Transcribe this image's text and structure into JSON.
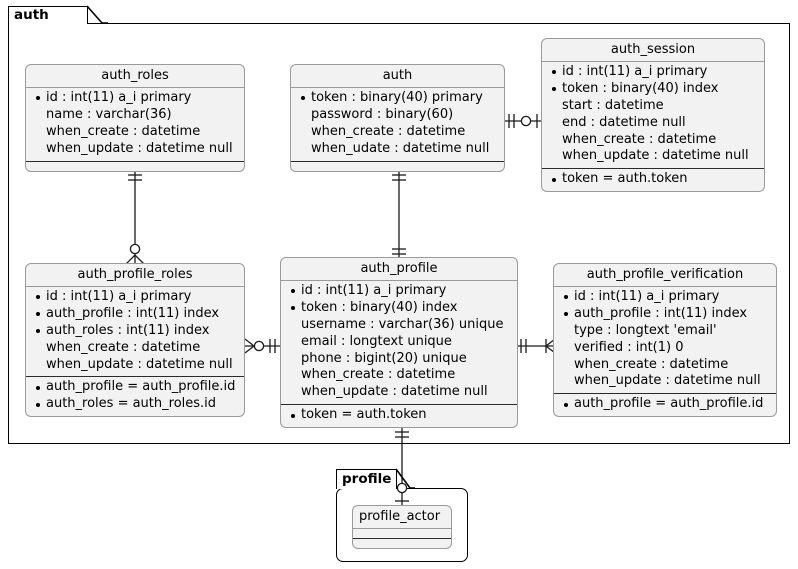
{
  "diagram": {
    "type": "entity-relationship",
    "packages": [
      {
        "id": "auth",
        "label": "auth"
      },
      {
        "id": "profile",
        "label": "profile"
      }
    ]
  },
  "entities": {
    "auth_roles": {
      "title": "auth_roles",
      "attributes": [
        {
          "text": "id : int(11) a_i primary",
          "key": true
        },
        {
          "text": "name : varchar(36)",
          "key": false
        },
        {
          "text": "when_create : datetime",
          "key": false
        },
        {
          "text": "when_update : datetime null",
          "key": false
        }
      ],
      "relations": []
    },
    "auth": {
      "title": "auth",
      "attributes": [
        {
          "text": "token : binary(40) primary",
          "key": true
        },
        {
          "text": "password : binary(60)",
          "key": false
        },
        {
          "text": "when_create : datetime",
          "key": false
        },
        {
          "text": "when_udate : datetime null",
          "key": false
        }
      ],
      "relations": []
    },
    "auth_session": {
      "title": "auth_session",
      "attributes": [
        {
          "text": "id : int(11) a_i primary",
          "key": true
        },
        {
          "text": "token : binary(40) index",
          "key": true
        },
        {
          "text": "start : datetime",
          "key": false
        },
        {
          "text": "end : datetime null",
          "key": false
        },
        {
          "text": "when_create : datetime",
          "key": false
        },
        {
          "text": "when_update : datetime null",
          "key": false
        }
      ],
      "relations": [
        {
          "text": "token = auth.token",
          "key": true
        }
      ]
    },
    "auth_profile_roles": {
      "title": "auth_profile_roles",
      "attributes": [
        {
          "text": "id : int(11) a_i primary",
          "key": true
        },
        {
          "text": "auth_profile : int(11) index",
          "key": true
        },
        {
          "text": "auth_roles : int(11) index",
          "key": true
        },
        {
          "text": "when_create : datetime",
          "key": false
        },
        {
          "text": "when_update : datetime null",
          "key": false
        }
      ],
      "relations": [
        {
          "text": "auth_profile = auth_profile.id",
          "key": true
        },
        {
          "text": "auth_roles = auth_roles.id",
          "key": true
        }
      ]
    },
    "auth_profile": {
      "title": "auth_profile",
      "attributes": [
        {
          "text": "id : int(11) a_i primary",
          "key": true
        },
        {
          "text": "token : binary(40) index",
          "key": true
        },
        {
          "text": "username : varchar(36) unique",
          "key": false
        },
        {
          "text": "email : longtext unique",
          "key": false
        },
        {
          "text": "phone : bigint(20) unique",
          "key": false
        },
        {
          "text": "when_create : datetime",
          "key": false
        },
        {
          "text": "when_update : datetime null",
          "key": false
        }
      ],
      "relations": [
        {
          "text": "token = auth.token",
          "key": true
        }
      ]
    },
    "auth_profile_verification": {
      "title": "auth_profile_verification",
      "attributes": [
        {
          "text": "id : int(11) a_i primary",
          "key": true
        },
        {
          "text": "auth_profile : int(11) index",
          "key": true
        },
        {
          "text": "type : longtext 'email'",
          "key": false
        },
        {
          "text": "verified : int(1) 0",
          "key": false
        },
        {
          "text": "when_create : datetime",
          "key": false
        },
        {
          "text": "when_update : datetime null",
          "key": false
        }
      ],
      "relations": [
        {
          "text": "auth_profile = auth_profile.id",
          "key": true
        }
      ]
    },
    "profile_actor": {
      "title": "profile_actor",
      "attributes": [],
      "relations": []
    }
  },
  "relationships": [
    {
      "from": "auth",
      "to": "auth_session",
      "from_card": "one",
      "to_card": "zero-or-one"
    },
    {
      "from": "auth_roles",
      "to": "auth_profile_roles",
      "from_card": "one",
      "to_card": "zero-or-many"
    },
    {
      "from": "auth",
      "to": "auth_profile",
      "from_card": "one",
      "to_card": "one"
    },
    {
      "from": "auth_profile_roles",
      "to": "auth_profile",
      "from_card": "zero-or-many",
      "to_card": "one"
    },
    {
      "from": "auth_profile",
      "to": "auth_profile_verification",
      "from_card": "one",
      "to_card": "many"
    },
    {
      "from": "auth_profile",
      "to": "profile_actor",
      "from_card": "one",
      "to_card": "zero-or-one"
    }
  ],
  "colors": {
    "entity_fill": "#f2f2f2",
    "entity_border": "#9a9a9a",
    "package_border": "#000000",
    "line": "#1a1a1a",
    "background": "#ffffff"
  }
}
